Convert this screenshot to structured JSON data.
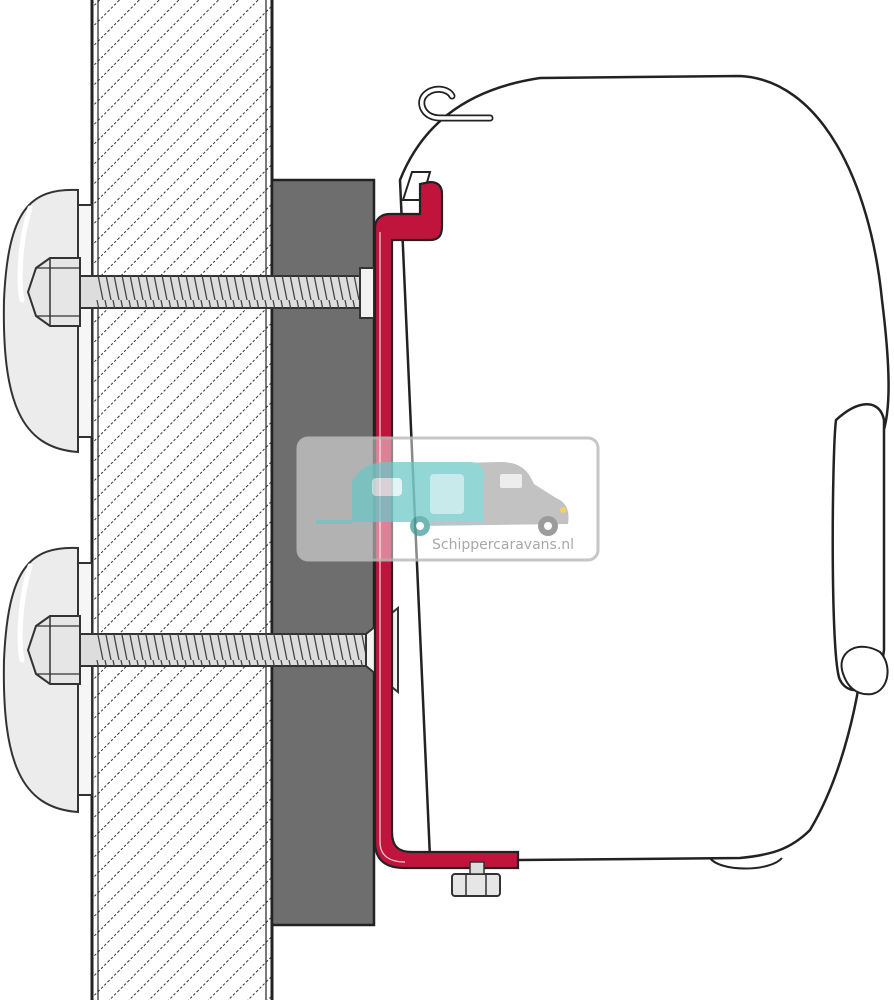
{
  "diagram": {
    "type": "technical-mounting-illustration",
    "parts": [
      "wall-section",
      "spacer-block",
      "mounting-bracket",
      "awning-cassette",
      "bolt",
      "nut",
      "round-cover-cap"
    ],
    "colors": {
      "bracket": "#c0143c",
      "spacer": "#6e6e6e",
      "wall_hatch": "#333333",
      "outline": "#222222",
      "cap_fill": "#ececec",
      "bolt_fill": "#dddddd"
    },
    "bolt_count": 2
  },
  "watermark": {
    "text": "Schippercaravans.nl",
    "icon": "caravan-and-camper-icon",
    "colors": {
      "caravan": "#7fcfcf",
      "camper": "#b8b8b8",
      "frame": "#bdbdbd"
    }
  }
}
